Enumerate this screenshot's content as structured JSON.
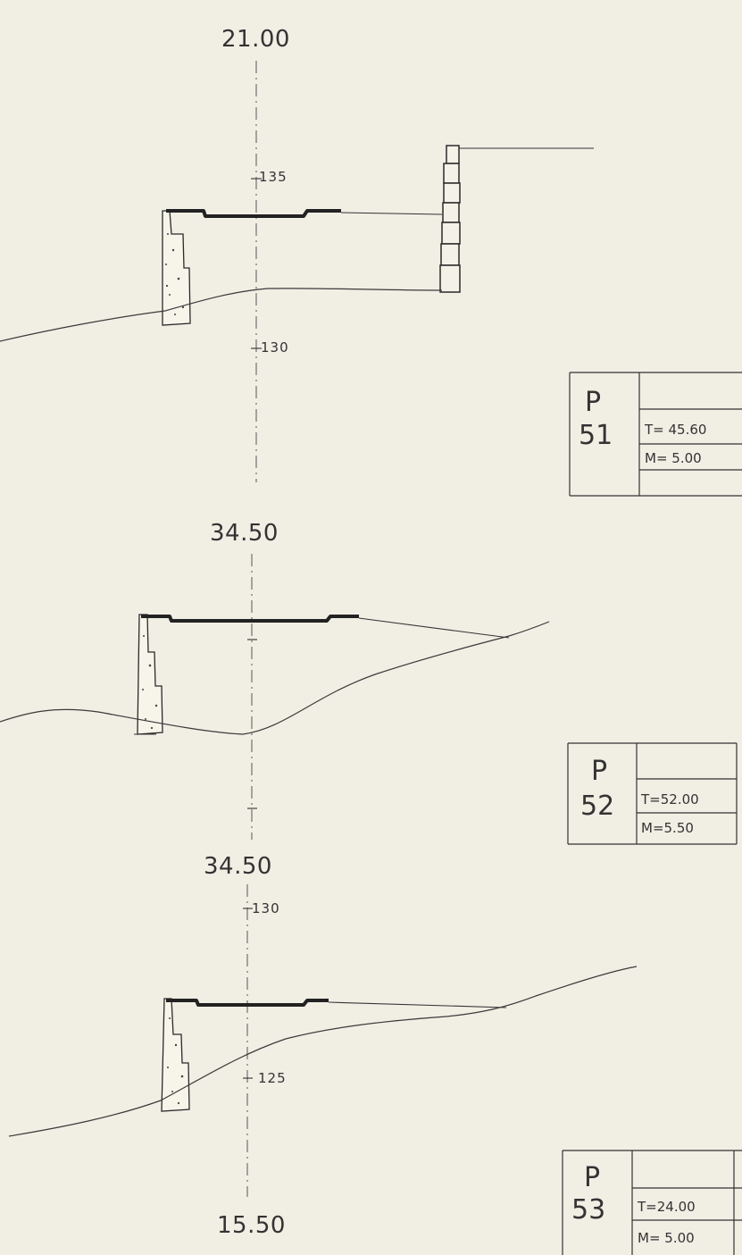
{
  "sections": [
    {
      "width_top": "21.00",
      "elevations": [
        "135",
        "130"
      ],
      "box": {
        "letter": "P",
        "number": "51",
        "t": "T= 45.60",
        "m": "M=  5.00"
      }
    },
    {
      "width_top": "34.50",
      "elevations": [],
      "box": {
        "letter": "P",
        "number": "52",
        "t": "T=52.00",
        "m": "M=5.50"
      }
    },
    {
      "width_top": "34.50",
      "elevations": [
        "130",
        "125"
      ],
      "width_bottom": "15.50",
      "box": {
        "letter": "P",
        "number": "53",
        "t": "T=24.00",
        "m": "M= 5.00"
      }
    }
  ]
}
